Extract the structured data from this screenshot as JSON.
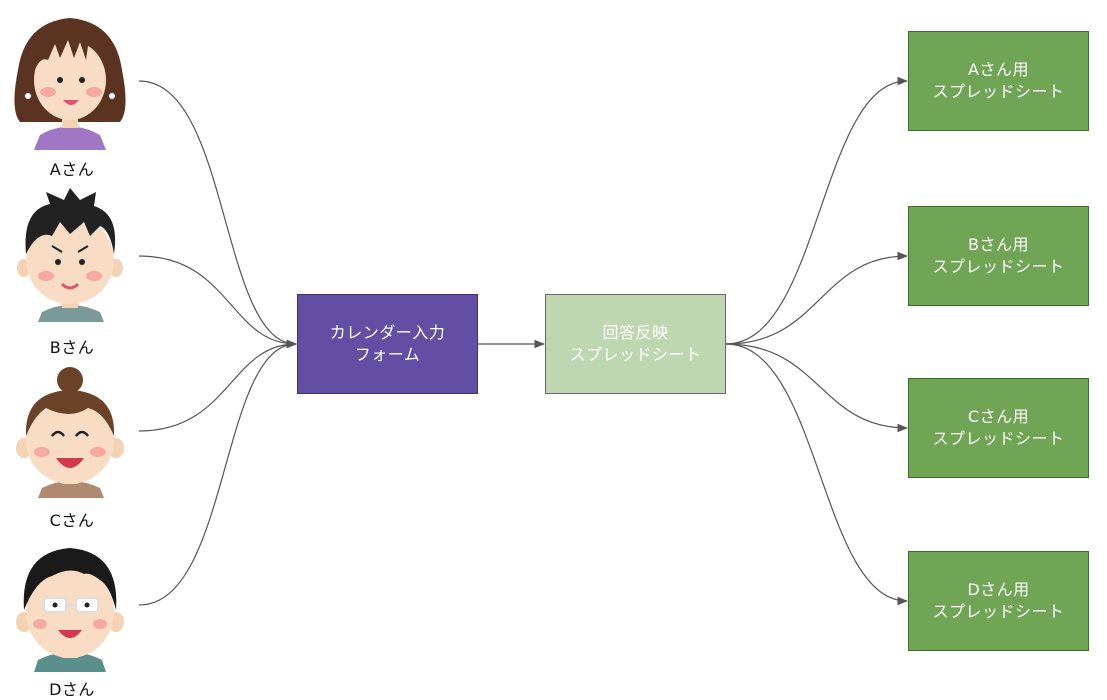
{
  "people": [
    {
      "label": "Aさん"
    },
    {
      "label": "Bさん"
    },
    {
      "label": "Cさん"
    },
    {
      "label": "Dさん"
    }
  ],
  "form_box": {
    "line1": "カレンダー入力",
    "line2": "フォーム"
  },
  "main_sheet": {
    "line1": "回答反映",
    "line2": "スプレッドシート"
  },
  "sheets": [
    {
      "line1": "Aさん用",
      "line2": "スプレッドシート"
    },
    {
      "line1": "Bさん用",
      "line2": "スプレッドシート"
    },
    {
      "line1": "Cさん用",
      "line2": "スプレッドシート"
    },
    {
      "line1": "Dさん用",
      "line2": "スプレッドシート"
    }
  ],
  "colors": {
    "form": "#624fa3",
    "main_sheet": "#bfd7b0",
    "sheet": "#6fa554",
    "edge": "#555555"
  },
  "icons": [
    "person-a-icon",
    "person-b-icon",
    "person-c-icon",
    "person-d-icon"
  ]
}
